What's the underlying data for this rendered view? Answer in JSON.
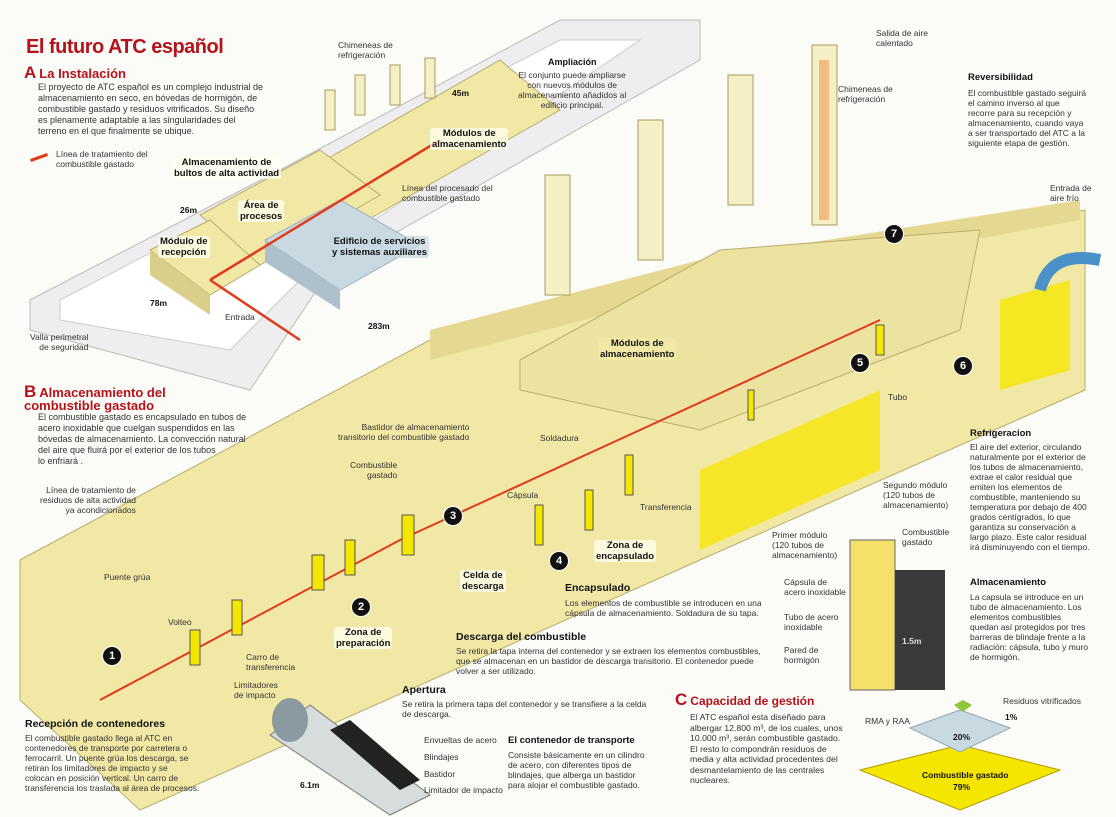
{
  "title": "El futuro ATC español",
  "colors": {
    "accent": "#b5121b",
    "building": "#f2e8a6",
    "fuel": "#f5e600",
    "line": "#e03a1a",
    "auxiliary": "#c9d9e2"
  },
  "section_a": {
    "letter": "A",
    "heading": "La Instalación",
    "body": "El proyecto de ATC español es un complejo industrial de\nalmacenamiento en seco, en bóvedas de hormigón, de\ncombustible gastado y residuos vitrificados. Su diseño\nes plenamente adaptable a las singularidades del\nterreno en el que finalmente se ubique.",
    "legend": "Línea de tratamiento del\ncombustible gastado"
  },
  "site_labels": {
    "chimeneas": "Chimeneas de\nrefrigeración",
    "ampliacion_title": "Ampliación",
    "ampliacion_body": "El conjunto puede ampliarse\ncon nuevos módulos de\nalmacenamiento añadidos al\nedificio principal.",
    "height_45": "45m",
    "modulos": "Módulos de\nalmacenamiento",
    "bultos": "Almacenamiento de\nbultos de alta actividad",
    "linea_procesado": "Línea del procesado del\ncombustible gastado",
    "height_26": "26m",
    "area_procesos": "Área de\nprocesos",
    "modulo_recepcion": "Módulo de\nrecepción",
    "edificio_servicios": "Edificio de servicios\ny sistemas auxiliares",
    "width_78": "78m",
    "entrada": "Entrada",
    "length_283": "283m",
    "valla": "Valla perimetral\nde seguridad"
  },
  "section_b": {
    "letter": "B",
    "heading": "Almacenamiento del\ncombustible gastado",
    "body": "El combustible gastado es encapsulado en tubos de\nacero inoxidable que cuelgan suspendidos en las\nbóvedas de almacenamiento. La convección natural\ndel aire que fluirá por el exterior de los tubos\nlo enfriará ."
  },
  "plant_labels": {
    "linea_residuos": "Línea de tratamiento de\nresiduos de alta actividad\nya acondicionados",
    "bastidor_transitorio": "Bastidor de almacenamiento\ntransitorio del combustible gastado",
    "combustible_gastado": "Combustible\ngastado",
    "soldadura": "Soldadura",
    "capsula": "Cápsula",
    "transferencia": "Transferencia",
    "zona_encapsulado": "Zona de\nencapsulado",
    "celda_descarga": "Celda de\ndescarga",
    "puente_grua": "Puente grúa",
    "volteo": "Volteo",
    "zona_preparacion": "Zona de\npreparación",
    "carro_transferencia": "Carro de\ntransferencia",
    "limitadores": "Limitadores\nde impacto",
    "modulos_almacenamiento": "Módulos de\nalmacenamiento",
    "tubo": "Tubo",
    "salida_aire": "Salida de aire\ncalentado",
    "chimeneas": "Chimeneas de\nrefrigeración",
    "entrada_aire": "Entrada de\naire frío",
    "segundo_modulo": "Segundo módulo\n(120 tubos de\nalmacenamiento)",
    "primer_modulo": "Primer módulo\n(120 tubos de\nalmacenamiento)",
    "combustible_tubo": "Combustible\ngastado",
    "capsula_acero": "Cápsula de\nacero inoxidable",
    "tubo_acero": "Tubo de acero\ninoxidable",
    "pared": "Pared de\nhormigón",
    "height_15": "1.5m"
  },
  "steps": [
    {
      "number": "1",
      "title": "Recepción de contenedores",
      "body": "El combustible gastado llega al ATC en\ncontenedores de transporte por carretera o\nferrocarril. Un puente grúa los descarga, se\nretiran los limitadores de impacto  y se\ncolocan en posición vertical. Un carro de\ntransferencia los traslada al área de procesos."
    },
    {
      "number": "2",
      "title": "Apertura",
      "body": "Se retira la primera tapa del contenedor y se transfiere a la celda\nde descarga."
    },
    {
      "number": "3",
      "title": "Descarga del combustible",
      "body": "Se retira la tapa interna del contenedor y se extraen los elementos combustibles,\nque se almacenan en un bastidor de descarga transitorio. El contenedor puede\nvolver a ser utilizado."
    },
    {
      "number": "4",
      "title": "Encapsulado",
      "body": "Los elementos de combustible se introducen en una\ncápsula de almacenamiento. Soldadura de su tapa."
    },
    {
      "number": "5",
      "title": "Almacenamiento",
      "body": "La capsula se introduce en un\ntubo de almacenamiento. Los\nelementos combustibles\nquedan así protegidos por tres\nbarreras de blindaje frente a la\nradiación: cápsula, tubo y muro\nde hormigón."
    },
    {
      "number": "6",
      "title": "Refrigeracion",
      "body": "El aire del exterior, circulando\nnaturalmente por el exterior de\nlos tubos de almacenamiento,\nextrae el calor residual que\nemiten los elementos de\ncombustible, manteniendo su\ntemperatura por debajo de 400\ngrados centígrados, lo que\ngarantiza su conservación a\nlargo plazo. Este calor residual\nirá disminuyendo con el tiempo."
    },
    {
      "number": "7",
      "title": "Reversibilidad",
      "body": "El combustible gastado seguirá\nel camino inverso al que\nrecorre para su recepción y\nalmacenamiento, cuando vaya\na ser transportado del ATC a la\nsiguiente etapa de gestión."
    }
  ],
  "container": {
    "title": "El contenedor de transporte",
    "body": "Consiste básicamente en un cilindro\nde acero, con diferentes tipos de\nblindajes, que alberga un bastidor\npara alojar el combustible  gastado.",
    "parts": [
      "Envueltas de acero",
      "Blindajes",
      "Bastidor",
      "Limitador de impacto"
    ],
    "length": "6.1m"
  },
  "section_c": {
    "letter": "C",
    "heading": "Capacidad de gestión",
    "body": "El ATC español esta diseñado para\nalbergar 12.800 m³, de los cuales, unos\n10.000 m³, serán combustible gastado.\nEl resto lo compondrán residuos de\nmedia y alta actividad  procedentes del\ndesmantelamiento de las centrales\nnucleares.",
    "pyramid": [
      {
        "label": "Combustible gastado",
        "value": "79%",
        "percent": 79,
        "color": "#f5e600"
      },
      {
        "label": "RMA y RAA",
        "value": "20%",
        "percent": 20,
        "color": "#c9d9e2"
      },
      {
        "label": "Residuos vitrificados",
        "value": "1%",
        "percent": 1,
        "color": "#8dc63f"
      }
    ]
  }
}
